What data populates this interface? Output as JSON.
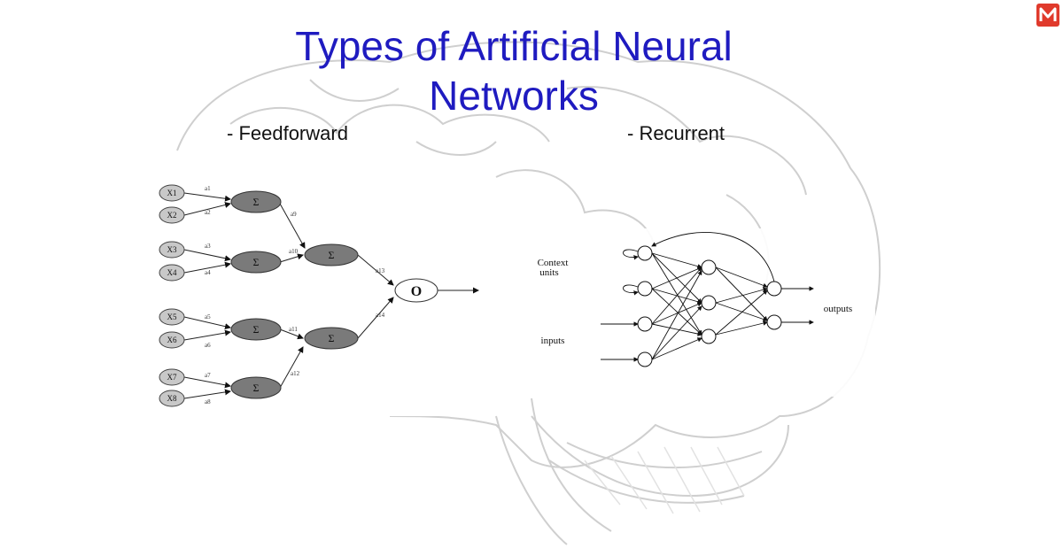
{
  "slide": {
    "title_line1": "Types of Artificial Neural",
    "title_line2": "Networks",
    "subtitle_feedforward": "- Feedforward",
    "subtitle_recurrent": "- Recurrent",
    "logo_icon": "m-logo-icon",
    "title_color": "#1f1bc0"
  },
  "feedforward": {
    "inputs": [
      "X1",
      "X2",
      "X3",
      "X4",
      "X5",
      "X6",
      "X7",
      "X8"
    ],
    "weights": [
      "a1",
      "a2",
      "a3",
      "a4",
      "a5",
      "a6",
      "a7",
      "a8",
      "a9",
      "a10",
      "a11",
      "a12",
      "a13",
      "a14"
    ],
    "sum_symbol": "Σ",
    "output_label": "O"
  },
  "recurrent": {
    "context_label_line1": "Context",
    "context_label_line2": "units",
    "inputs_label": "inputs",
    "outputs_label": "outputs"
  }
}
